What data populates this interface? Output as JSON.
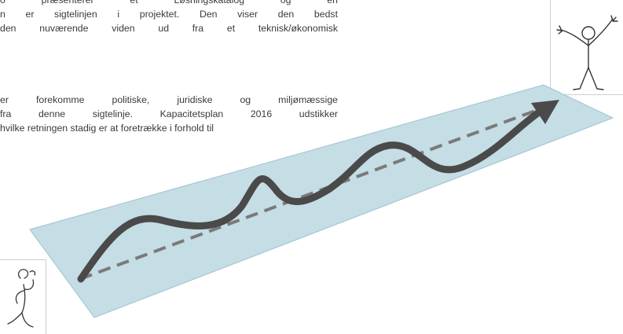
{
  "document": {
    "paragraph_1": [
      "o præsenterer et Løsningskatalog og en",
      "n er sigtelinjen i projektet. Den viser den bedst",
      "den nuværende viden ud fra et teknisk/økonomisk"
    ],
    "paragraph_2": [
      "er forekomme politiske, juridiske og miljømæssige",
      "fra denne sigtelinje. Kapacitetsplan 2016 udstikker",
      "hvilke retningen stadig er at foretrække i forhold til"
    ]
  },
  "figure": {
    "plane_color": "#c5dde5",
    "plane_edge_color": "#9fc3cf",
    "path_color": "#4a4a4a",
    "dashed_line_color": "#7a7a7a",
    "stick_figure_color": "#333333"
  }
}
